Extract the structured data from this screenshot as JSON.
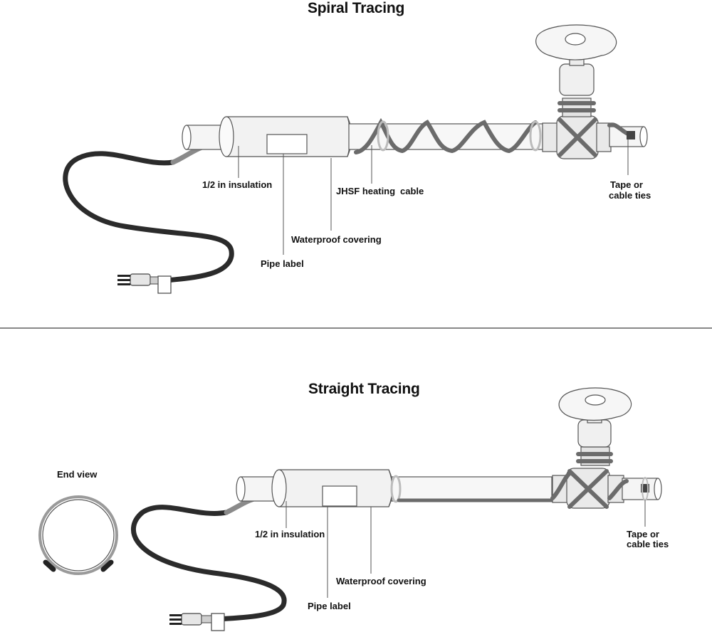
{
  "spiral": {
    "title": "Spiral Tracing",
    "labels": {
      "insulation": "1/2 in insulation",
      "heating": "JHSF heating",
      "cable": "cable",
      "waterproof": "Waterproof covering",
      "pipe_label": "Pipe label",
      "tape_line1": "Tape or",
      "tape_line2": "cable ties"
    }
  },
  "straight": {
    "title": "Straight Tracing",
    "labels": {
      "end_view": "End view",
      "insulation": "1/2 in insulation",
      "waterproof": "Waterproof covering",
      "pipe_label": "Pipe label",
      "tape_line1": "Tape or",
      "tape_line2": "cable ties"
    }
  },
  "colors": {
    "cable_dark": "#2b2b2b",
    "heating_cable": "#6b6b6b",
    "line": "#555555",
    "fill_light": "#f3f3f3",
    "divider": "#888888"
  }
}
